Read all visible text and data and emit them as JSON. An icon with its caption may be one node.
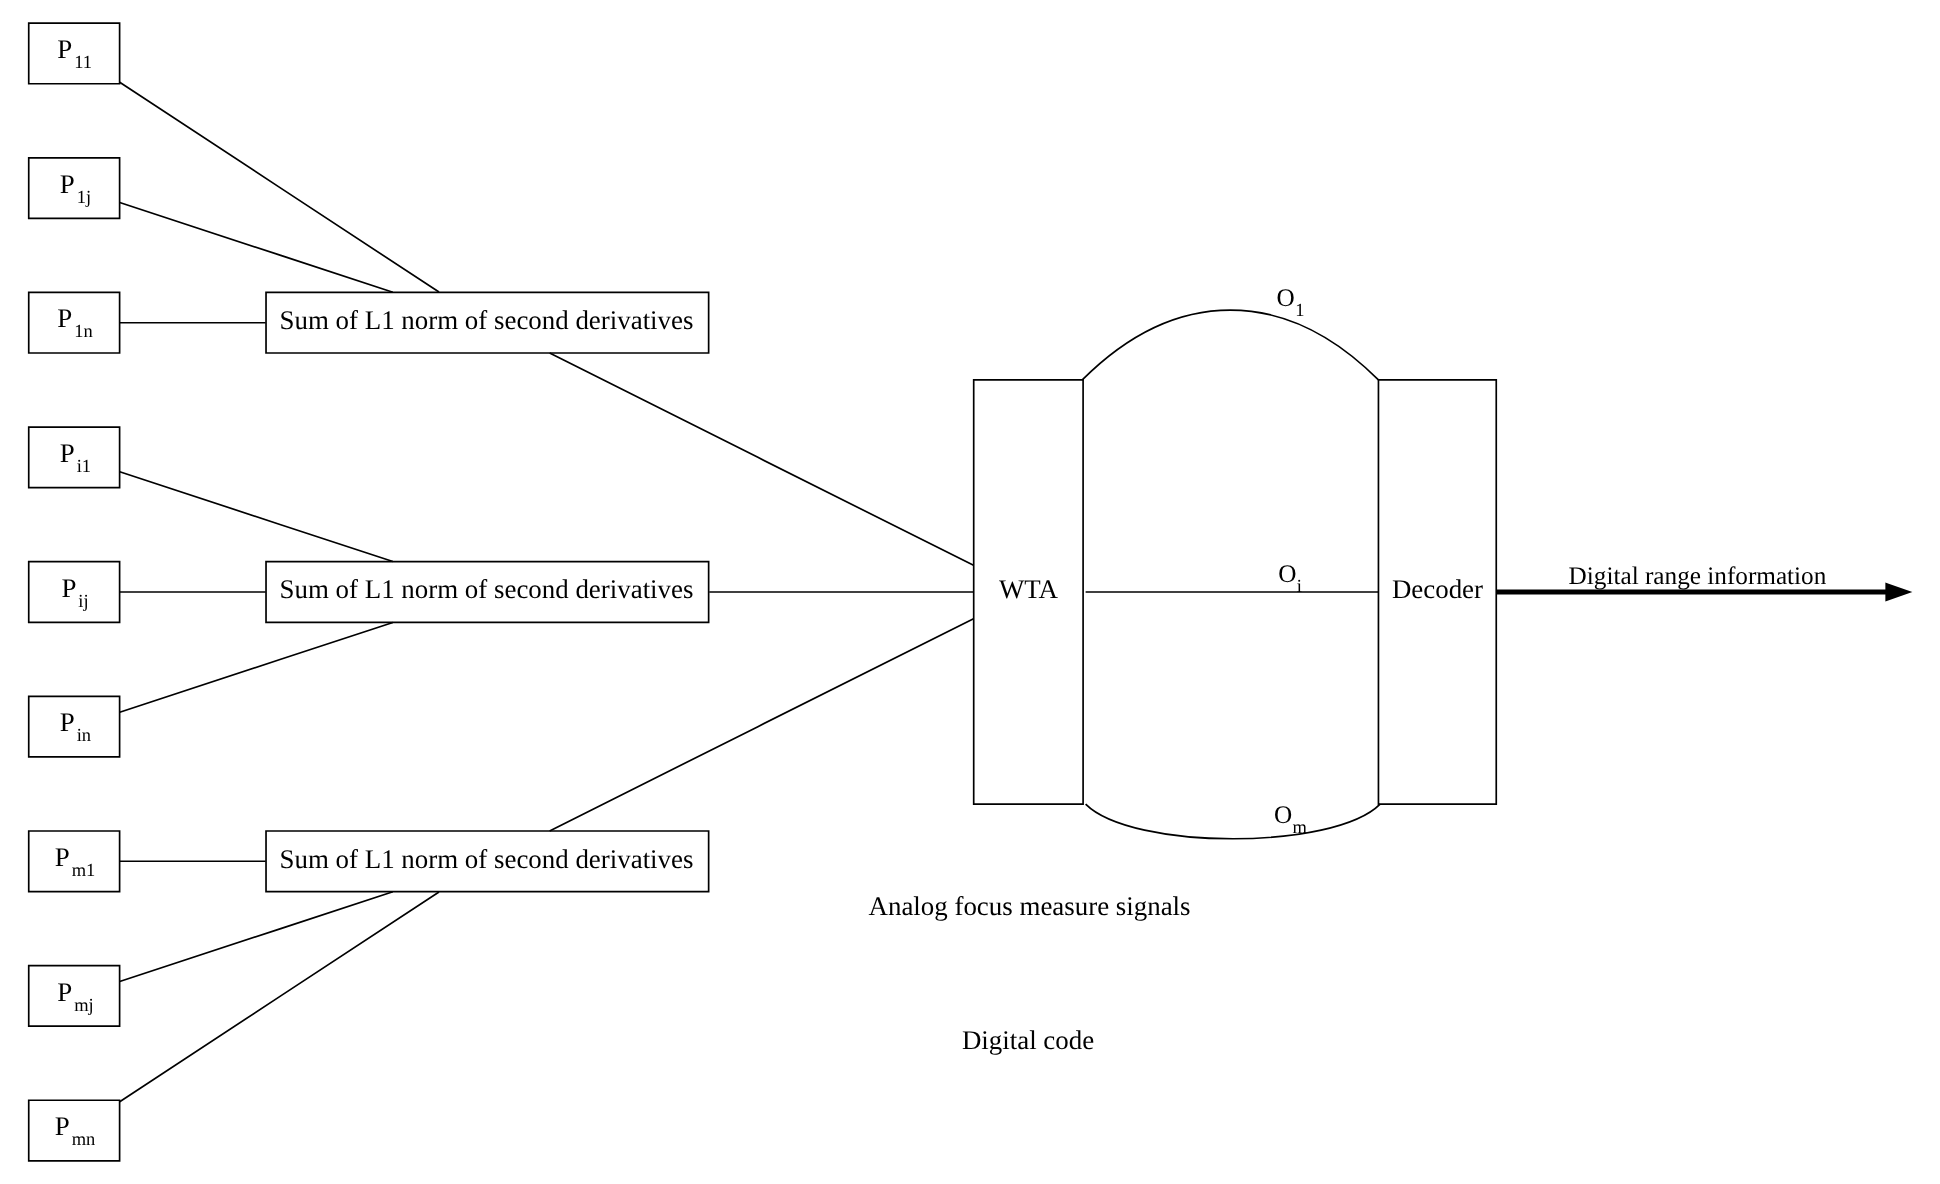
{
  "diagram": {
    "nodes": [
      {
        "text": [
          "Sum of L1 norm of second derivatives"
        ]
      },
      {
        "text": [
          "P$_{11}$"
        ]
      },
      {
        "text": [
          "P$_{1j}$"
        ]
      },
      {
        "text": [
          "P$_{1n}$"
        ]
      },
      {
        "text": [
          "Sum of L1 norm of second derivatives"
        ]
      },
      {
        "text": [
          "P$_{i1}$"
        ]
      },
      {
        "text": [
          "P$_{ij}$"
        ]
      },
      {
        "text": [
          "P$_{in}$"
        ]
      },
      {
        "text": [
          "Sum of L1 norm of second derivatives"
        ]
      },
      {
        "text": [
          "P$_{m1}$"
        ]
      },
      {
        "text": [
          "P$_{mj}$"
        ]
      },
      {
        "text": [
          "P$_{mn}$"
        ]
      },
      {
        "text": [
          "WTA"
        ]
      },
      {
        "text": [
          "Decoder"
        ]
      }
    ],
    "edges": [
      {
        "from": 1,
        "to": 0,
        "arrow": "none"
      },
      {
        "from": 2,
        "to": 0,
        "arrow": "none"
      },
      {
        "from": 3,
        "to": 0,
        "arrow": "none"
      },
      {
        "from": 5,
        "to": 4,
        "arrow": "none"
      },
      {
        "from": 6,
        "to": 4,
        "arrow": "none"
      },
      {
        "from": 7,
        "to": 4,
        "arrow": "none"
      },
      {
        "from": 9,
        "to": 8,
        "arrow": "none"
      },
      {
        "from": 10,
        "to": 8,
        "arrow": "none"
      },
      {
        "from": 11,
        "to": 8,
        "arrow": "none"
      },
      {
        "from": 0,
        "to": 12,
        "arrow": "none"
      },
      {
        "from": 4,
        "to": 12,
        "arrow": "none"
      },
      {
        "from": 8,
        "to": 12,
        "arrow": "none"
      },
      {
        "from": 12,
        "to": 13,
        "arrow": "none",
        "label": "O$_{1}$"
      },
      {
        "from": 12,
        "to": 13,
        "arrow": "none",
        "label": "O$_{i}$"
      },
      {
        "from": 12,
        "to": 13,
        "arrow": "none",
        "label": "O$_{m}$"
      },
      {
        "from": 13,
        "to": null,
        "arrow": "to",
        "label": "Digital range information",
        "style": "thick"
      }
    ],
    "labels": [
      "Analog focus measure signals",
      "Digital code"
    ]
  }
}
